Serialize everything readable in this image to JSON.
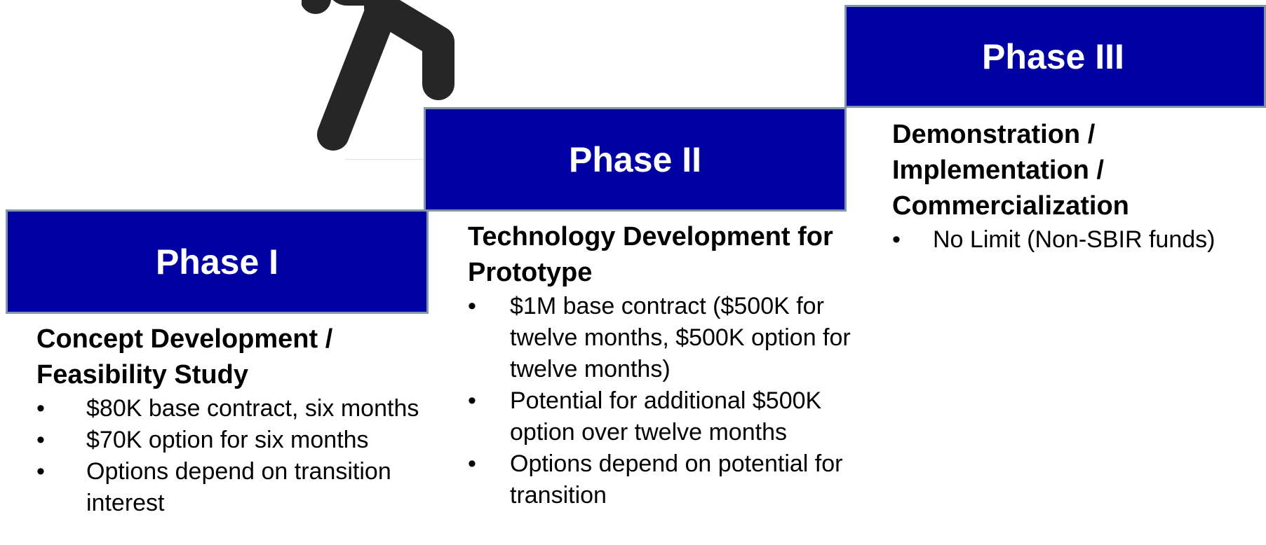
{
  "phases": [
    {
      "label": "Phase I",
      "heading": "Concept Development / Feasibility Study",
      "bullets": [
        "$80K base contract, six months",
        "$70K option for six months",
        "Options depend on transition interest"
      ]
    },
    {
      "label": "Phase II",
      "heading": "Technology Development for Prototype",
      "bullets": [
        "$1M base contract ($500K for twelve months, $500K option for twelve months)",
        "Potential for additional $500K option over twelve months",
        "Options depend on potential for transition"
      ]
    },
    {
      "label": "Phase III",
      "heading": "Demonstration / Implementation / Commercialization",
      "bullets": [
        "No Limit (Non-SBIR funds)"
      ]
    }
  ],
  "colors": {
    "phase_box": "#0000a2",
    "phase_border": "#7f96ad",
    "figure": "#262626"
  },
  "icons": {
    "figure": "walking-person-icon",
    "bullet": "bullet-dot-icon"
  }
}
